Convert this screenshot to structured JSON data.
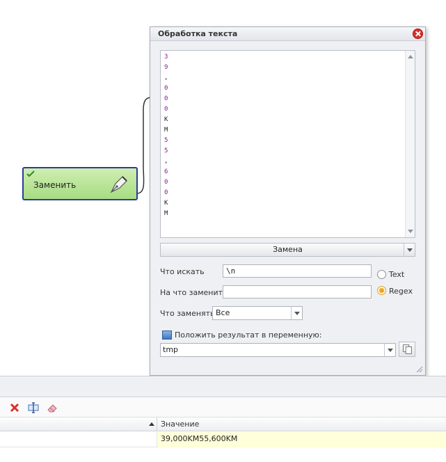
{
  "node": {
    "label": "Заменить"
  },
  "dialog": {
    "title": "Обработка текста",
    "text_lines": [
      {
        "text": "3",
        "tone": "purple"
      },
      {
        "text": "9",
        "tone": "purple"
      },
      {
        "text": ",",
        "tone": "dark"
      },
      {
        "text": "0",
        "tone": "purple"
      },
      {
        "text": "0",
        "tone": "purple"
      },
      {
        "text": "0",
        "tone": "purple"
      },
      {
        "text": "K",
        "tone": "dark"
      },
      {
        "text": "M",
        "tone": "dark"
      },
      {
        "text": "5",
        "tone": "purple"
      },
      {
        "text": "5",
        "tone": "purple"
      },
      {
        "text": ",",
        "tone": "dark"
      },
      {
        "text": "6",
        "tone": "purple"
      },
      {
        "text": "0",
        "tone": "purple"
      },
      {
        "text": "0",
        "tone": "purple"
      },
      {
        "text": "K",
        "tone": "dark"
      },
      {
        "text": "M",
        "tone": "dark"
      }
    ],
    "mode": "Замена",
    "find_label": "Что искать",
    "find_value": "\\n",
    "replace_label": "На что заменить",
    "replace_value": "",
    "radio_text": "Text",
    "radio_regex": "Regex",
    "what_label": "Что заменять",
    "what_value": "Все",
    "save_result_label": "Положить результат в переменную:",
    "variable_value": "tmp"
  },
  "grid": {
    "value_header": "Значение",
    "row_value": "39,000KM55,600KM"
  },
  "colors": {
    "node_border": "#2a3c9a",
    "node_fill": "#a7dc82",
    "accent_radio": "#f3a31b",
    "highlight_cell": "#ffffd9"
  }
}
